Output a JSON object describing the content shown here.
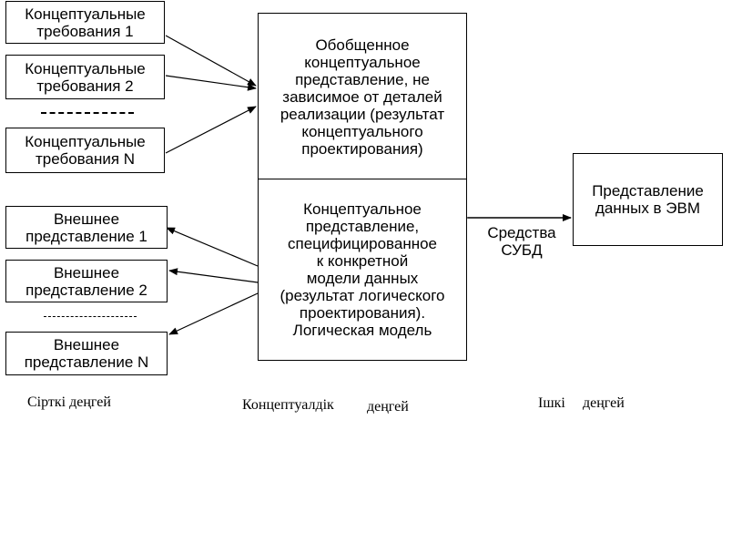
{
  "conceptual_requirements": [
    "Концептуальные\nтребования 1",
    "Концептуальные\nтребования 2",
    "Концептуальные\nтребования N"
  ],
  "external_views": [
    "Внешнее\nпредставление 1",
    "Внешнее\nпредставление 2",
    "Внешнее\nпредставление N"
  ],
  "generalized_conceptual": "Обобщенное\nконцептуальное\nпредставление, не\nзависимое от деталей\nреализации (результат\nконцептуального\nпроектирования)",
  "logical_model": "Концептуальное\nпредставление,\nспецифицированное\nк конкретной\nмодели данных\n(результат логического\nпроектирования).\nЛогическая модель",
  "computer_data": "Представление\nданных в ЭВМ",
  "dbms_tools": "Средства\nСУБД",
  "level_captions": {
    "external": "Сірткі деңгей",
    "conceptual_word": "Концептуалдік",
    "conceptual_level": "деңгей",
    "internal_word": "Ішкі",
    "internal_level": "деңгей"
  }
}
